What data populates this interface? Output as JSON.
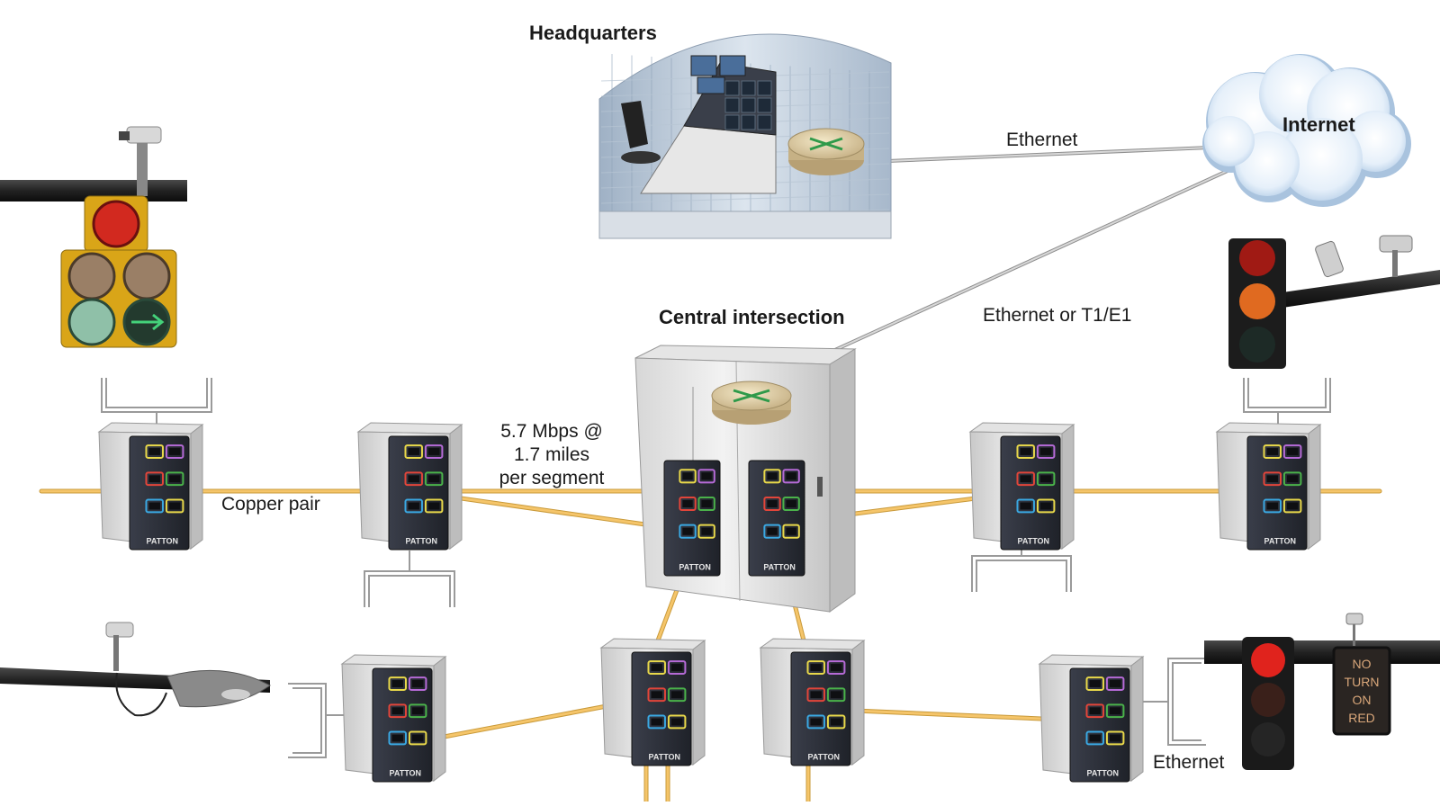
{
  "labels": {
    "headquarters": "Headquarters",
    "internet": "Internet",
    "ethernet_top": "Ethernet",
    "ethernet_or_t1e1": "Ethernet or T1/E1",
    "central_intersection": "Central intersection",
    "speed_line1": "5.7 Mbps @",
    "speed_line2": "1.7 miles",
    "speed_line3": "per segment",
    "copper_pair": "Copper pair",
    "ethernet_bottom": "Ethernet"
  },
  "brand": {
    "device_logo": "PATTON"
  },
  "signs": {
    "no_turn_on_red": [
      "NO",
      "TURN",
      "ON",
      "RED"
    ]
  },
  "colors": {
    "copper": "#f5c56a",
    "ethernet_link": "#b8b8b8",
    "red_link": "#e0523c",
    "cabinet": "#dcdcdc",
    "device_body": "#2c2f38"
  }
}
